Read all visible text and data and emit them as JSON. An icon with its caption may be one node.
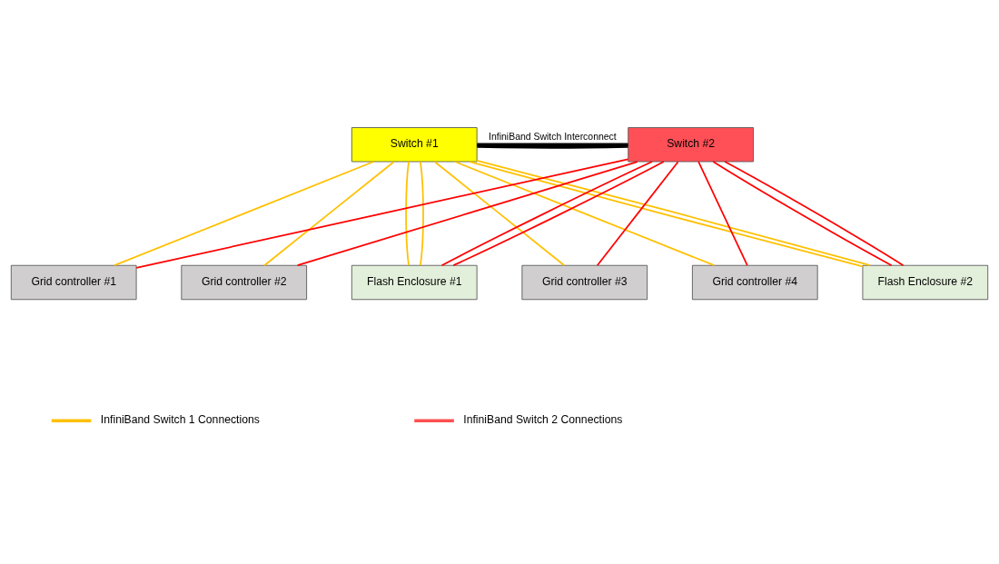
{
  "diagram": {
    "nodes": [
      {
        "text": [
          "Switch #1"
        ]
      },
      {
        "text": [
          "Switch #2"
        ]
      },
      {
        "text": [
          "Grid controller #1"
        ]
      },
      {
        "text": [
          "Grid controller #2"
        ]
      },
      {
        "text": [
          "Flash Enclosure #1"
        ]
      },
      {
        "text": [
          "Grid controller #3"
        ]
      },
      {
        "text": [
          "Grid controller #4"
        ]
      },
      {
        "text": [
          "Flash Enclosure #2"
        ]
      }
    ],
    "edges": [
      {
        "from": 0,
        "to": 1,
        "arrow": "none",
        "label": "InfiniBand Switch Interconnect",
        "style": "thick",
        "color": "#000000"
      },
      {
        "from": 0,
        "to": 1,
        "arrow": "none",
        "style": "thick",
        "color": "#000000"
      },
      {
        "from": 0,
        "to": 2,
        "arrow": "none",
        "color": "#ffc000"
      },
      {
        "from": 0,
        "to": 3,
        "arrow": "none",
        "color": "#ffc000"
      },
      {
        "from": 0,
        "to": 4,
        "arrow": "none",
        "color": "#ffc000"
      },
      {
        "from": 0,
        "to": 4,
        "arrow": "none",
        "color": "#ffc000"
      },
      {
        "from": 0,
        "to": 5,
        "arrow": "none",
        "color": "#ffc000"
      },
      {
        "from": 0,
        "to": 6,
        "arrow": "none",
        "color": "#ffc000"
      },
      {
        "from": 0,
        "to": 7,
        "arrow": "none",
        "color": "#ffc000"
      },
      {
        "from": 0,
        "to": 7,
        "arrow": "none",
        "color": "#ffc000"
      },
      {
        "from": 1,
        "to": 2,
        "arrow": "none",
        "color": "#ff0000"
      },
      {
        "from": 1,
        "to": 3,
        "arrow": "none",
        "color": "#ff0000"
      },
      {
        "from": 1,
        "to": 4,
        "arrow": "none",
        "color": "#ff0000"
      },
      {
        "from": 1,
        "to": 4,
        "arrow": "none",
        "color": "#ff0000"
      },
      {
        "from": 1,
        "to": 7,
        "arrow": "none",
        "color": "#ff0000"
      },
      {
        "from": 1,
        "to": 7,
        "arrow": "none",
        "color": "#ff0000"
      },
      {
        "from": 1,
        "to": 6,
        "arrow": "none",
        "color": "#ff0000"
      },
      {
        "from": 1,
        "to": 5,
        "arrow": "none",
        "color": "#ff0000"
      }
    ],
    "legend": [
      {
        "text": "InfiniBand Switch 1 Connections",
        "color": "#ffc000"
      },
      {
        "text": "InfiniBand Switch 2 Connections",
        "color": "#ff5050"
      }
    ]
  }
}
